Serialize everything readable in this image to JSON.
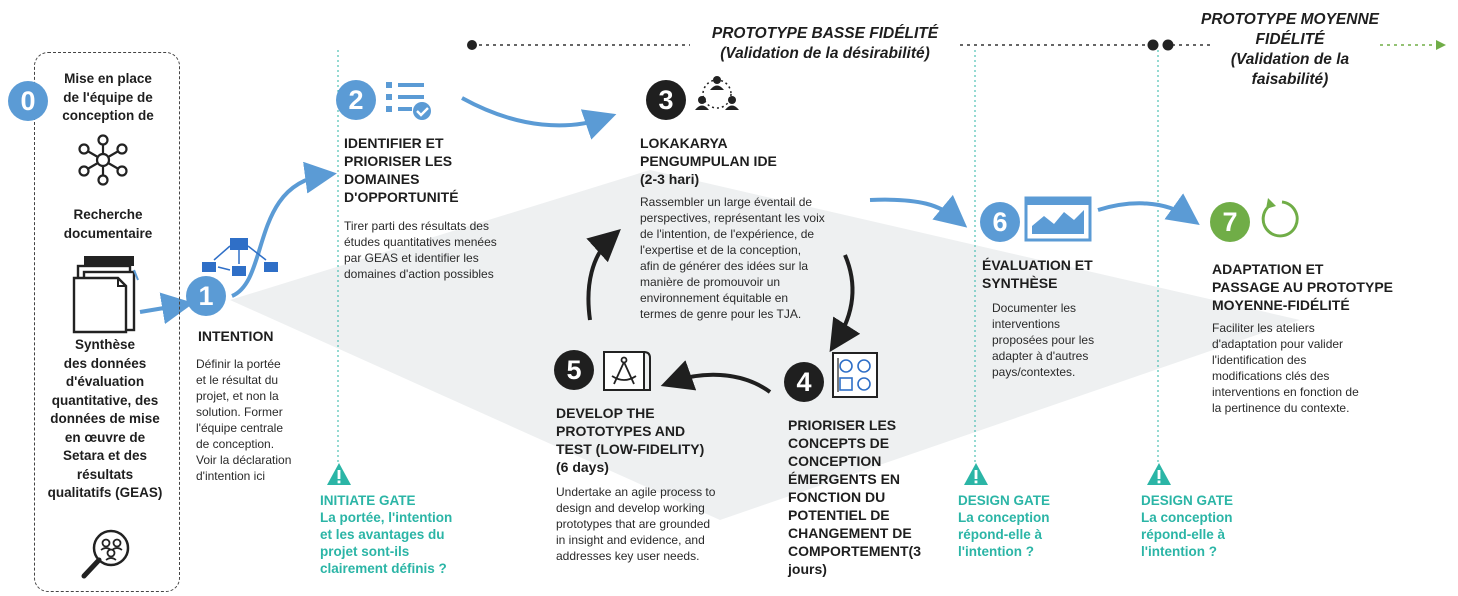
{
  "phases": {
    "low_fidelity_line1": "PROTOTYPE BASSE FIDÉLITÉ",
    "low_fidelity_line2": "(Validation de la désirabilité)",
    "mid_fidelity_line1": "PROTOTYPE MOYENNE",
    "mid_fidelity_line2": "FIDÉLITÉ",
    "mid_fidelity_line3": "(Validation de la",
    "mid_fidelity_line4": "faisabilité)"
  },
  "step0": {
    "number": "0",
    "title_line1": "Mise en place",
    "title_line2": "de l'équipe de",
    "title_line3": "conception de",
    "research_line1": "Recherche",
    "research_line2": "documentaire",
    "synthesis_lines": [
      "Synthèse",
      "des données",
      "d'évaluation",
      "quantitative, des",
      "données de mise",
      "en œuvre de",
      "Setara et des",
      "résultats",
      "qualitatifs (GEAS)"
    ]
  },
  "step1": {
    "number": "1",
    "title": "INTENTION",
    "desc_lines": [
      "Définir la portée",
      "et le résultat du",
      "projet, et non la",
      "solution. Former",
      "l'équipe centrale",
      "de conception.",
      "Voir la déclaration",
      "d'intention ici"
    ]
  },
  "step2": {
    "number": "2",
    "title_lines": [
      "IDENTIFIER ET",
      "PRIORISER LES",
      "DOMAINES",
      "D'OPPORTUNITÉ"
    ],
    "desc_lines": [
      "Tirer parti des résultats des",
      "études quantitatives menées",
      "par GEAS et identifier les",
      "domaines d'action possibles"
    ]
  },
  "step3": {
    "number": "3",
    "title_lines": [
      "LOKAKARYA",
      "PENGUMPULAN IDE",
      "(2-3 hari)"
    ],
    "desc_lines": [
      "Rassembler un large éventail de",
      "perspectives, représentant les voix",
      "de l'intention, de l'expérience, de",
      "l'expertise et de la conception,",
      "afin de générer des idées sur la",
      "manière de promouvoir un",
      "environnement équitable en",
      "termes de genre pour les TJA."
    ]
  },
  "step4": {
    "number": "4",
    "title_lines": [
      "PRIORISER LES",
      "CONCEPTS DE",
      "CONCEPTION",
      "ÉMERGENTS EN",
      "FONCTION DU",
      "POTENTIEL DE",
      "CHANGEMENT DE",
      "COMPORTEMENT(3",
      "jours)"
    ]
  },
  "step5": {
    "number": "5",
    "title_lines": [
      "DEVELOP THE",
      "PROTOTYPES AND",
      "TEST (LOW-FIDELITY)",
      "(6 days)"
    ],
    "desc_lines": [
      "Undertake an agile process to",
      "design and develop working",
      "prototypes that are grounded",
      "in insight and evidence, and",
      "addresses key user needs."
    ]
  },
  "step6": {
    "number": "6",
    "title_lines": [
      "ÉVALUATION ET",
      "SYNTHÈSE"
    ],
    "desc_lines": [
      "Documenter les",
      "interventions",
      "proposées pour les",
      "adapter à d'autres",
      "pays/contextes."
    ]
  },
  "step7": {
    "number": "7",
    "title_lines": [
      "ADAPTATION ET",
      "PASSAGE AU PROTOTYPE",
      "MOYENNE-FIDÉLITÉ"
    ],
    "desc_lines": [
      "Faciliter les ateliers",
      "d'adaptation pour valider",
      "l'identification des",
      "modifications clés des",
      "interventions en fonction de",
      "la pertinence du contexte."
    ]
  },
  "gates": {
    "initiate": {
      "lines": [
        "INITIATE GATE",
        "La portée, l'intention",
        "et les avantages du",
        "projet sont-ils",
        "clairement définis ?"
      ]
    },
    "design1": {
      "lines": [
        "DESIGN GATE",
        "La conception",
        "répond-elle à",
        "l'intention ?"
      ]
    },
    "design2": {
      "lines": [
        "DESIGN GATE",
        "La conception",
        "répond-elle à",
        "l'intention ?"
      ]
    }
  },
  "colors": {
    "blue": "#5b9bd5",
    "teal": "#2bb5a6",
    "green": "#70ad47",
    "dark": "#1f1f1f",
    "band": "#eceeef"
  }
}
